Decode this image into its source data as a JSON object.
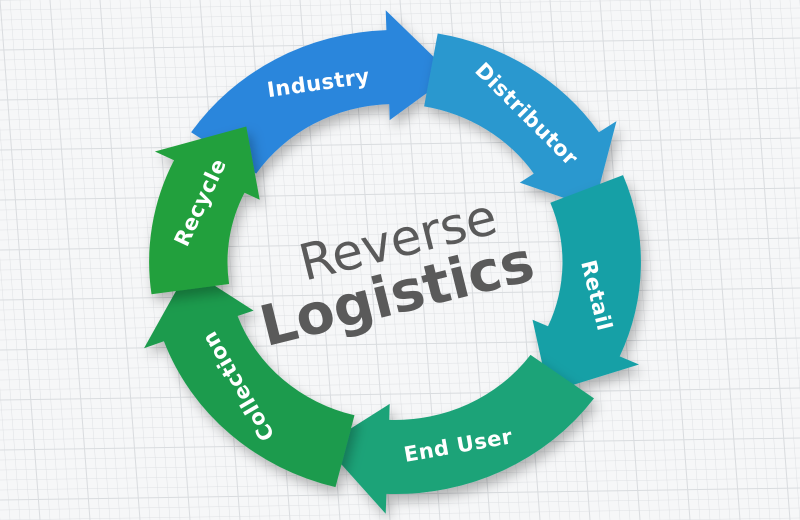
{
  "diagram": {
    "title_line1": "Reverse",
    "title_line2": "Logistics",
    "segments": [
      {
        "label": "Industry",
        "color": "#2a86dc"
      },
      {
        "label": "Distributor",
        "color": "#2a98cf"
      },
      {
        "label": "Retail",
        "color": "#17a0a6"
      },
      {
        "label": "End User",
        "color": "#1aa378"
      },
      {
        "label": "Collection",
        "color": "#1f9b4e"
      },
      {
        "label": "Recycle",
        "color": "#24a03d"
      }
    ],
    "background_color": "#f6f7f8",
    "grid_color": "#d9dcdf",
    "title_color": "#5a5a5a"
  }
}
